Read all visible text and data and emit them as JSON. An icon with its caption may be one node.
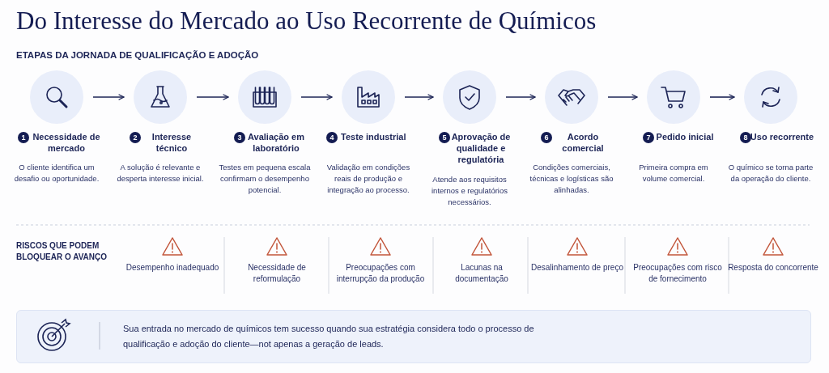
{
  "diagram": {
    "title": "Do Interesse do Mercado ao Uso Recorrente de Químicos",
    "nodes": [
      {
        "text": [],
        "shape": "circle",
        "beside": [
          "1",
          "Necessidade de mercado",
          "O cliente identifica um desafio ou oportunidade."
        ]
      },
      {
        "text": [],
        "shape": "circle",
        "beside": [
          "2",
          "Interesse técnico",
          "A solução é relevante e desperta interesse inicial."
        ]
      },
      {
        "text": [],
        "shape": "circle",
        "beside": [
          "3",
          "Avaliação em laboratório",
          "Testes em pequena escala confirmam o desempenho potencial."
        ]
      },
      {
        "text": [],
        "shape": "circle",
        "beside": [
          "4",
          "Teste industrial",
          "Validação em condições reais de produção e integração ao processo."
        ]
      },
      {
        "text": [],
        "shape": "circle",
        "beside": [
          "5",
          "Aprovação de qualidade e regulatória",
          "Atende aos requisitos internos e regulatórios necessários."
        ]
      },
      {
        "text": [],
        "shape": "circle",
        "beside": [
          "6",
          "Acordo comercial",
          "Condições comerciais, técnicas e logísticas são alinhadas."
        ]
      },
      {
        "text": [],
        "shape": "circle",
        "beside": [
          "7",
          "Pedido inicial",
          "Primeira compra em volume comercial."
        ]
      },
      {
        "text": [],
        "shape": "circle",
        "beside": [
          "8",
          "Uso recorrente",
          "O químico se torna parte da operação do cliente."
        ]
      }
    ],
    "edges": [
      {
        "from": 0,
        "to": 1,
        "arrow": "to"
      },
      {
        "from": 1,
        "to": 2,
        "arrow": "to"
      },
      {
        "from": 2,
        "to": 3,
        "arrow": "to"
      },
      {
        "from": 3,
        "to": 4,
        "arrow": "to"
      },
      {
        "from": 4,
        "to": 5,
        "arrow": "to"
      },
      {
        "from": 5,
        "to": 6,
        "arrow": "to"
      },
      {
        "from": 6,
        "to": 7,
        "arrow": "to"
      }
    ],
    "labels": [
      "ETAPAS DA JORNADA DE QUALIFICAÇÃO E ADOÇÃO",
      "RISCOS QUE PODEM BLOQUEAR O AVANÇO",
      "Desempenho inadequado",
      "Necessidade de reformulação",
      "Preocupações com interrupção da produção",
      "Lacunas na documentação",
      "Desalinhamento de preço",
      "Preocupações com risco de fornecimento",
      "Resposta do concorrente",
      "Sua entrada no mercado de químicos tem sucesso quando sua estratégia considera todo o processo de qualificação e adoção do cliente—not apenas a geração de leads."
    ]
  }
}
